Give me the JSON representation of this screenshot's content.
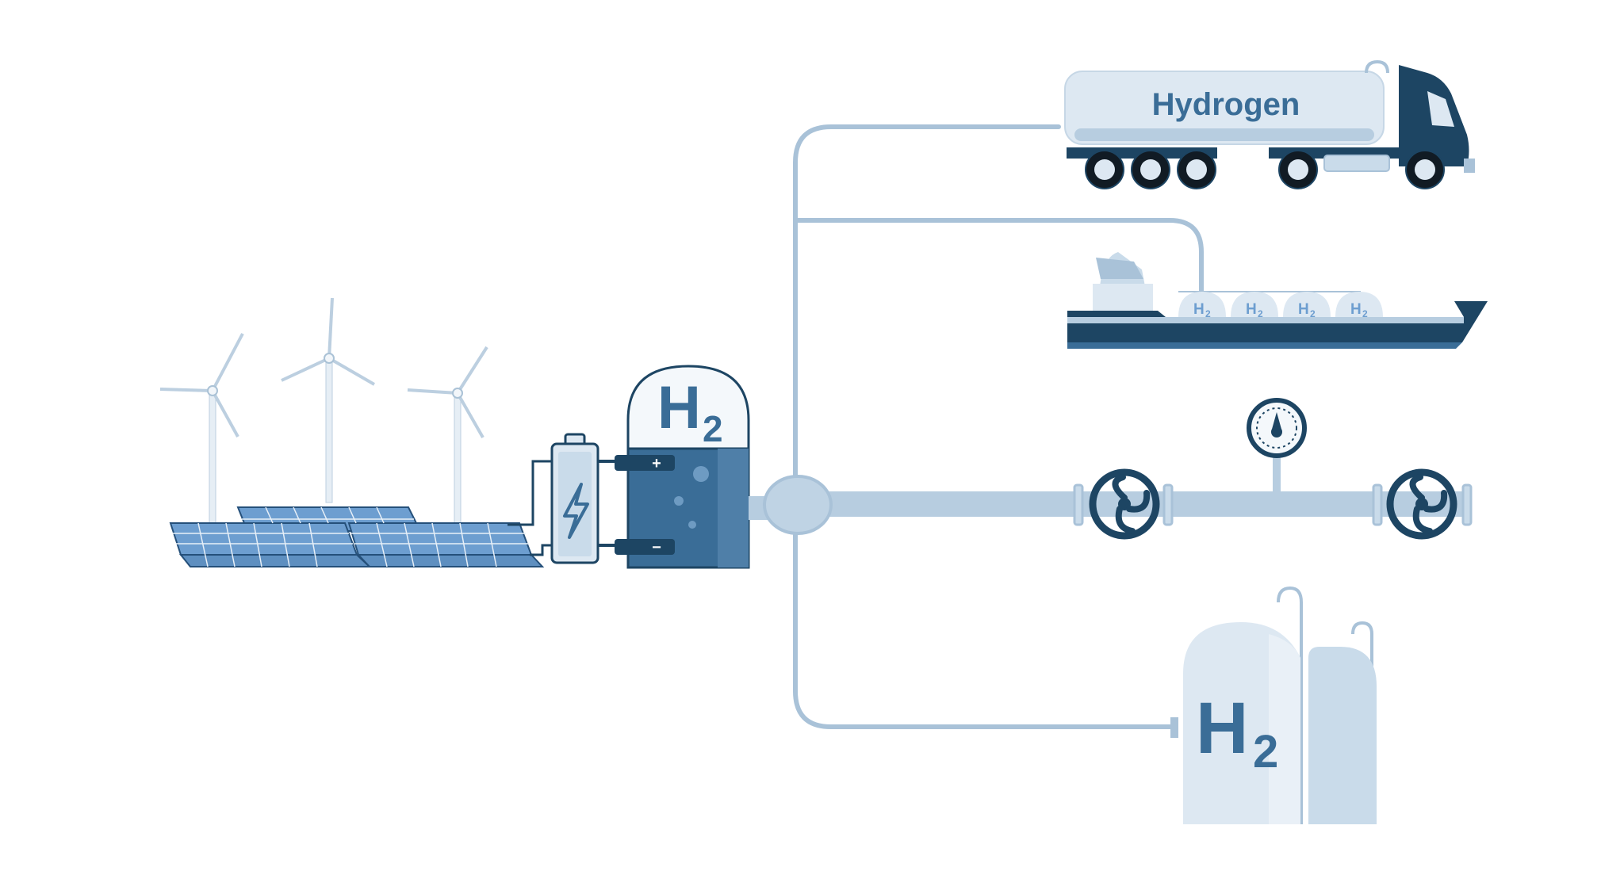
{
  "truck": {
    "tank_label": "Hydrogen"
  },
  "electrolyzer": {
    "symbol_main": "H",
    "symbol_sub": "2",
    "plus_sign": "+",
    "minus_sign": "−"
  },
  "ship": {
    "tank_labels": [
      {
        "main": "H",
        "sub": "2"
      },
      {
        "main": "H",
        "sub": "2"
      },
      {
        "main": "H",
        "sub": "2"
      },
      {
        "main": "H",
        "sub": "2"
      }
    ]
  },
  "storage": {
    "symbol_main": "H",
    "symbol_sub": "2"
  },
  "colors": {
    "navy": "#1d4563",
    "blue": "#3a6d97",
    "mid_blue": "#5f8fb6",
    "pale_blue": "#dde8f2",
    "pipe": "#b7cde0",
    "line": "#a9c2d8"
  },
  "icons": [
    "wind-turbine-icon",
    "solar-panel-icon",
    "battery-icon",
    "lightning-icon",
    "electrolyzer-icon",
    "pipe-valve-icon",
    "pressure-gauge-icon",
    "truck-icon",
    "ship-icon",
    "storage-tank-icon"
  ]
}
